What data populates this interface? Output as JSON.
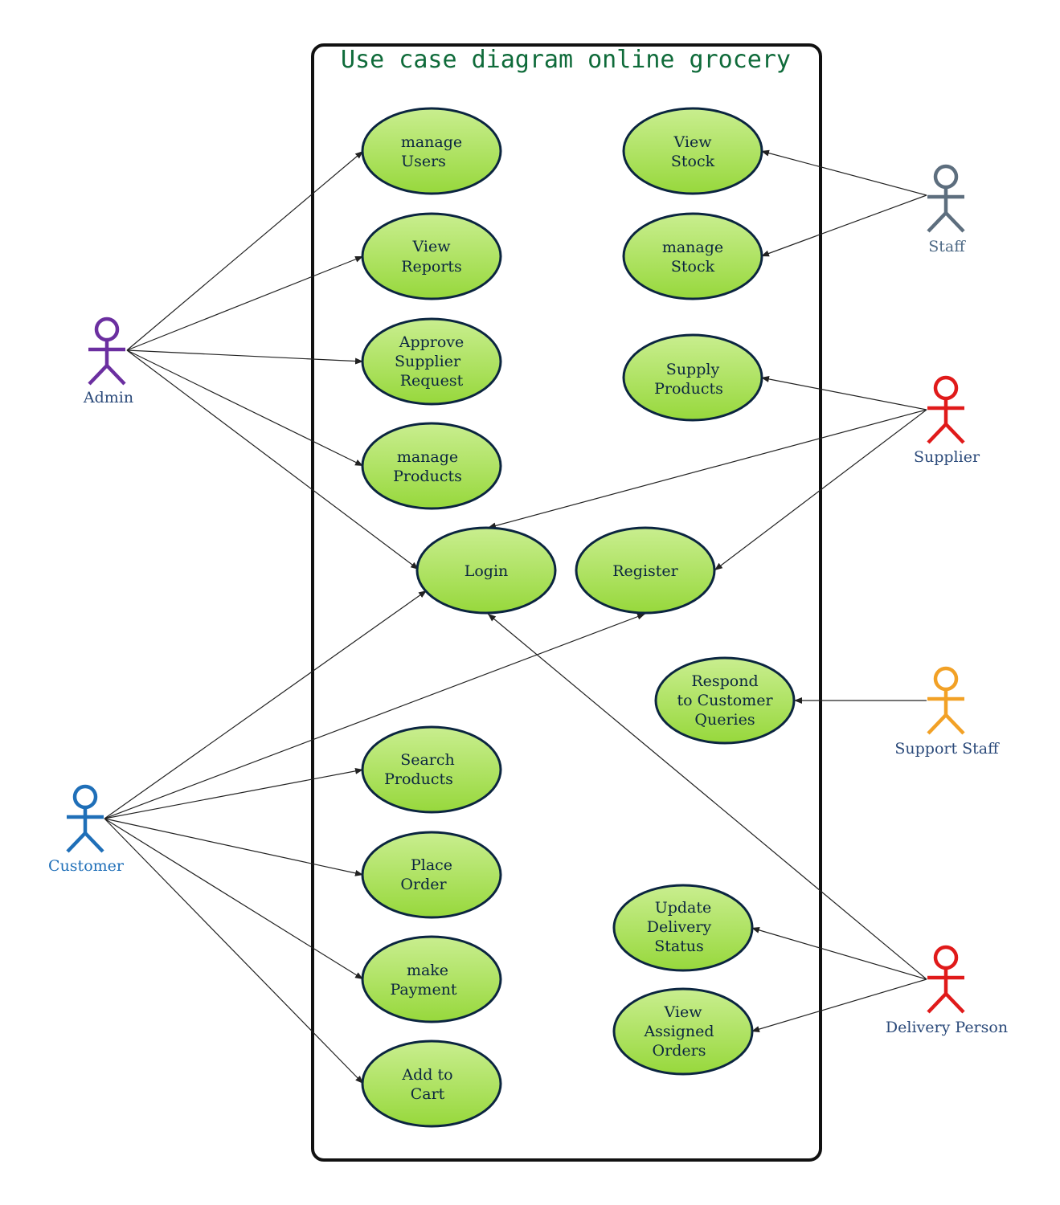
{
  "diagram": {
    "title": "Use case diagram online grocery",
    "colors": {
      "title": "#0f6b3a",
      "usecase_fill_top": "#c9ee8f",
      "usecase_fill_bottom": "#97d83c",
      "usecase_stroke": "#0b2540",
      "usecase_text": "#0b2540",
      "boundary": "#111111",
      "association": "#222222"
    },
    "actors": {
      "admin": {
        "label": "Admin",
        "color": "#6b2fa0"
      },
      "customer": {
        "label": "Customer",
        "color": "#1f6fb8"
      },
      "staff": {
        "label": "Staff",
        "color": "#5d6e7e"
      },
      "supplier": {
        "label": "Supplier",
        "color": "#e01a1a"
      },
      "support_staff": {
        "label": "Support Staff",
        "color": "#f2a126"
      },
      "delivery_person": {
        "label": "Delivery Person",
        "color": "#e01a1a"
      }
    },
    "use_cases": {
      "manage_users": [
        "manage",
        "Users"
      ],
      "view_reports": [
        "View",
        "Reports"
      ],
      "approve_supplier_request": [
        "Approve",
        "Supplier",
        "Request"
      ],
      "manage_products": [
        "manage",
        "Products"
      ],
      "view_stock": [
        "View",
        "Stock"
      ],
      "manage_stock": [
        "manage",
        "Stock"
      ],
      "supply_products": [
        "Supply",
        "Products"
      ],
      "login": [
        "Login"
      ],
      "register": [
        "Register"
      ],
      "respond_queries": [
        "Respond",
        "to Customer",
        "Queries"
      ],
      "search_products": [
        "Search",
        "Products"
      ],
      "place_order": [
        "Place",
        "Order"
      ],
      "make_payment": [
        "make",
        "Payment"
      ],
      "add_to_cart": [
        "Add to",
        "Cart"
      ],
      "update_delivery_status": [
        "Update",
        "Delivery",
        "Status"
      ],
      "view_assigned_orders": [
        "View",
        "Assigned",
        "Orders"
      ]
    },
    "associations": [
      [
        "admin",
        "manage_users"
      ],
      [
        "admin",
        "view_reports"
      ],
      [
        "admin",
        "approve_supplier_request"
      ],
      [
        "admin",
        "manage_products"
      ],
      [
        "admin",
        "login"
      ],
      [
        "staff",
        "view_stock"
      ],
      [
        "staff",
        "manage_stock"
      ],
      [
        "supplier",
        "supply_products"
      ],
      [
        "supplier",
        "login"
      ],
      [
        "supplier",
        "register"
      ],
      [
        "support_staff",
        "respond_queries"
      ],
      [
        "customer",
        "login"
      ],
      [
        "customer",
        "register"
      ],
      [
        "customer",
        "search_products"
      ],
      [
        "customer",
        "place_order"
      ],
      [
        "customer",
        "make_payment"
      ],
      [
        "customer",
        "add_to_cart"
      ],
      [
        "delivery_person",
        "login"
      ],
      [
        "delivery_person",
        "update_delivery_status"
      ],
      [
        "delivery_person",
        "view_assigned_orders"
      ]
    ]
  }
}
